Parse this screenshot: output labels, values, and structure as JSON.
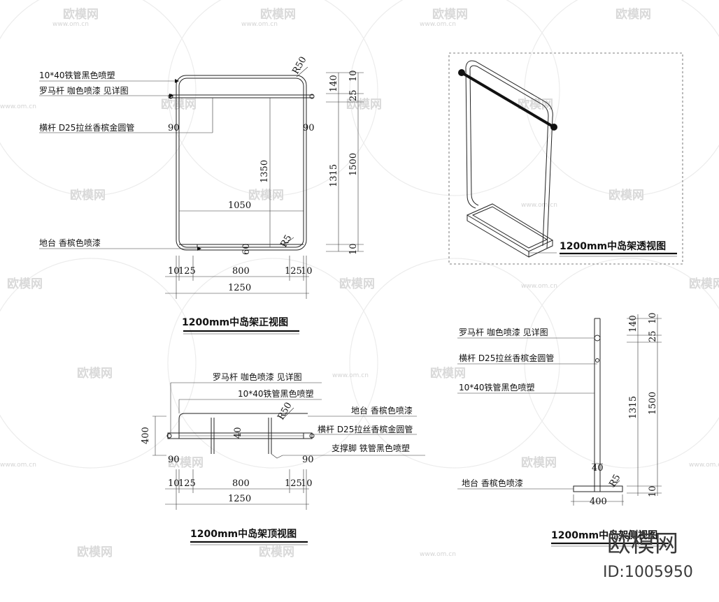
{
  "watermark": {
    "brand": "欧模网",
    "url": "www.om.cn"
  },
  "brand_mark": {
    "name": "欧模网",
    "id": "ID:1005950"
  },
  "front_view": {
    "title": "1200mm中岛架正视图",
    "labels": {
      "tube": "10*40铁管黑色喷塑",
      "roman_rod": "罗马杆 咖色喷漆 见详图",
      "crossbar": "横杆 D25拉丝香槟金圆管",
      "base": "地台 香槟色喷漆"
    },
    "dims": {
      "r50": "R50",
      "d90_left": "90",
      "d90_right": "90",
      "d1350": "1350",
      "d1050": "1050",
      "d60": "60",
      "r5": "R5",
      "d140": "140",
      "d10_top": "10",
      "d25": "25",
      "d1500": "1500",
      "d1315": "1315",
      "d10_bot": "10",
      "b10_left": "10",
      "b125_left": "125",
      "b800": "800",
      "b125_right": "125",
      "b10_right": "10",
      "b1250": "1250"
    }
  },
  "perspective_view": {
    "title": "1200mm中岛架透视图"
  },
  "top_view": {
    "title": "1200mm中岛架顶视图",
    "labels": {
      "roman_rod": "罗马杆 咖色喷漆 见详图",
      "tube": "10*40铁管黑色喷塑",
      "base": "地台 香槟色喷漆",
      "crossbar": "横杆 D25拉丝香槟金圆管",
      "leg": "支撑脚 铁管黑色喷塑"
    },
    "dims": {
      "d400": "400",
      "r50": "R50",
      "d40": "40",
      "d90_left": "90",
      "d90_right": "90",
      "b10_left": "10",
      "b125_left": "125",
      "b800": "800",
      "b125_right": "125",
      "b10_right": "10",
      "b1250": "1250"
    }
  },
  "side_view": {
    "title": "1200mm中岛架侧视图",
    "labels": {
      "roman_rod": "罗马杆 咖色喷漆 见详图",
      "crossbar": "横杆 D25拉丝香槟金圆管",
      "tube": "10*40铁管黑色喷塑",
      "base": "地台 香槟色喷漆"
    },
    "dims": {
      "d140": "140",
      "d10_top": "10",
      "d25": "25",
      "d1315": "1315",
      "d1500": "1500",
      "d40": "40",
      "r5": "R5",
      "d400": "400",
      "d10_bot": "10"
    }
  }
}
